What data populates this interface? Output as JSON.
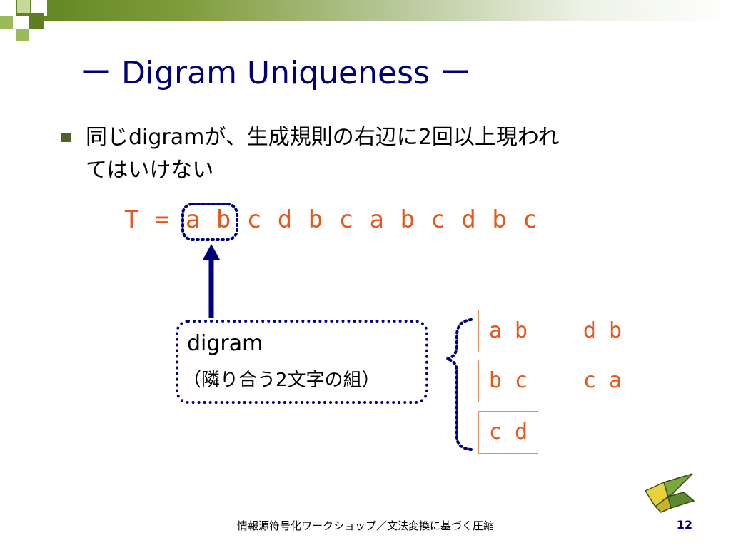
{
  "slide": {
    "title": "ー Digram Uniqueness ー",
    "bullet_line1": "同じdigramが、生成規則の右辺に2回以上現われ",
    "bullet_line2": "てはいけない",
    "formula": "T = a b c d b c a b c d b c",
    "digram_label": "digram",
    "digram_note": "（隣り合う2文字の組）",
    "pairs": [
      "a b",
      "d b",
      "b c",
      "c a",
      "c d"
    ],
    "footer": "情報源符号化ワークショップ／文法変換に基づく圧縮",
    "page_number": "12",
    "icons": {
      "crane": "origami-crane-icon",
      "bullet": "square-bullet-icon"
    },
    "colors": {
      "title": "#00007a",
      "accent": "#e8561b",
      "dotted": "#00007a",
      "green": "#4f6228"
    }
  }
}
